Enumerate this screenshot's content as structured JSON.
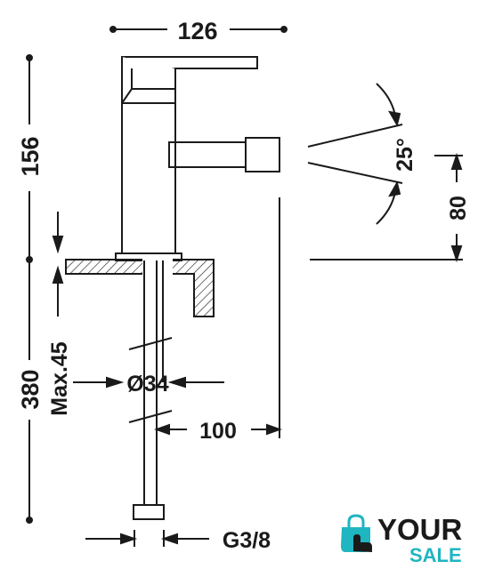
{
  "dimensions": {
    "width_top": "126",
    "height_body": "156",
    "height_total": "380",
    "max_deck": "Max.45",
    "diameter": "Ø34",
    "reach": "100",
    "spout_height": "80",
    "spray_angle": "25°",
    "connection": "G3/8"
  },
  "logo": {
    "word1": "YOUR",
    "word2": "SALE",
    "icon": "shopping-bag-hand-icon",
    "colors": {
      "teal": "#1fb5c1",
      "dark": "#1a1a1a"
    }
  }
}
